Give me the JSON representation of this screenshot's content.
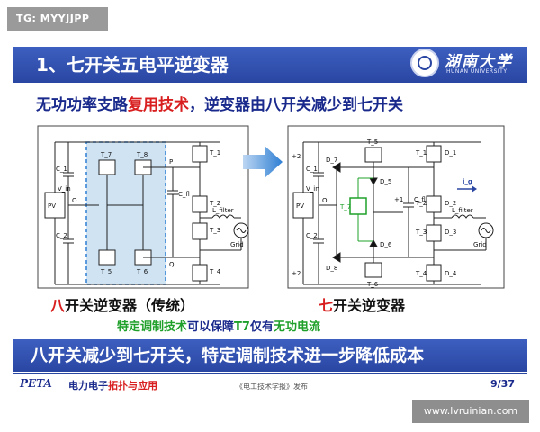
{
  "badge": {
    "text": "TG: MYYJJPP"
  },
  "slide": {
    "title": "1、七开关五电平逆变器",
    "logo": {
      "name": "湖南大学",
      "sub": "HUNAN UNIVERSITY"
    },
    "subtitle": {
      "part1": "无功功率支路",
      "part2": "复用技术",
      "part3": "，逆变器由八开关减少到七开关"
    },
    "caption_left": {
      "red": "八",
      "rest": "开关逆变器（传统）"
    },
    "caption_right": {
      "red": "七",
      "rest": "开关逆变器"
    },
    "note": {
      "part1": "特定调制技术",
      "part2": "可以保障",
      "part3": "T7",
      "part4": "仅有",
      "part5": "无功电流"
    },
    "bottom_text": "八开关减少到七开关，特定调制技术进一步降低成本",
    "footer": {
      "logo": "PETA",
      "course_part1": "电力电子",
      "course_part2": "拓扑与应用",
      "source": "《电工技术学报》发布",
      "page": "9/37"
    }
  },
  "diagram_left": {
    "pv": "PV",
    "vin": "V_in",
    "o": "O",
    "c1": "C_1",
    "c2": "C_2",
    "cfl": "C_fl",
    "p": "P",
    "q": "Q",
    "t1": "T_1",
    "t2": "T_2",
    "t3": "T_3",
    "t4": "T_4",
    "t5": "T_5",
    "t6": "T_6",
    "t7": "T_7",
    "t8": "T_8",
    "lfilter": "L_filter",
    "grid": "Grid"
  },
  "diagram_right": {
    "pv": "PV",
    "vin": "V_in",
    "o": "O",
    "c1": "C_1",
    "c2": "C_2",
    "cfl": "C_fl",
    "d1": "D_1",
    "d2": "D_2",
    "d3": "D_3",
    "d4": "D_4",
    "d5": "D_5",
    "d6": "D_6",
    "d7": "D_7",
    "d8": "D_8",
    "t1": "T_1",
    "t2": "T_2",
    "t3": "T_3",
    "t4": "T_4",
    "t5": "T_5",
    "t6": "T_6",
    "t7": "T_7",
    "ig": "i_g",
    "lfilter": "L_filter",
    "grid": "Grid",
    "p2a": "+2",
    "p2b": "+2",
    "p1": "+1"
  },
  "watermark": {
    "text": "www.lvruinian.com"
  }
}
